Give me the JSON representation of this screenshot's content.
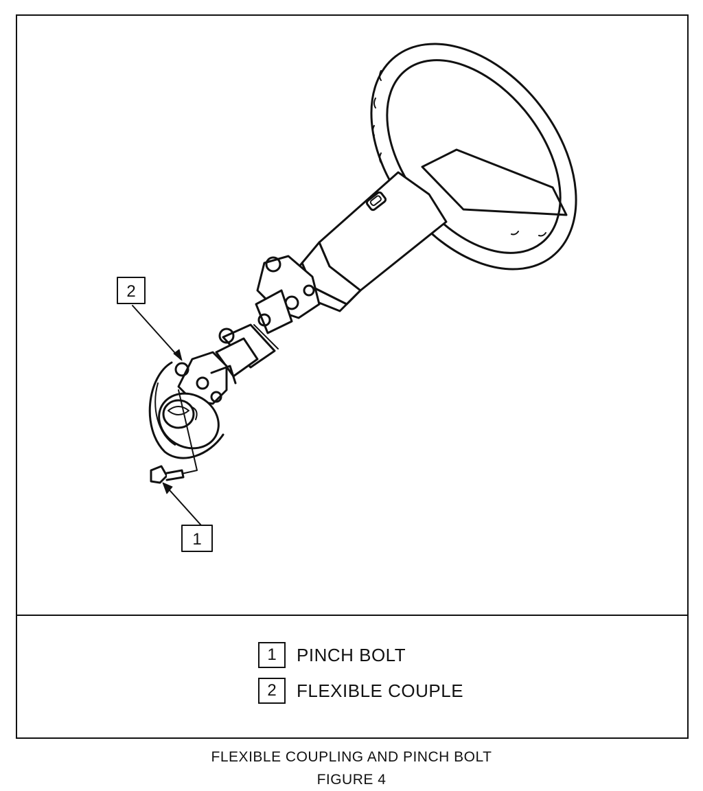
{
  "callouts": {
    "one": "1",
    "two": "2"
  },
  "legend": [
    {
      "number": "1",
      "label": "PINCH BOLT"
    },
    {
      "number": "2",
      "label": "FLEXIBLE COUPLE"
    }
  ],
  "caption": {
    "title": "FLEXIBLE COUPLING AND PINCH BOLT",
    "figure": "FIGURE 4"
  }
}
